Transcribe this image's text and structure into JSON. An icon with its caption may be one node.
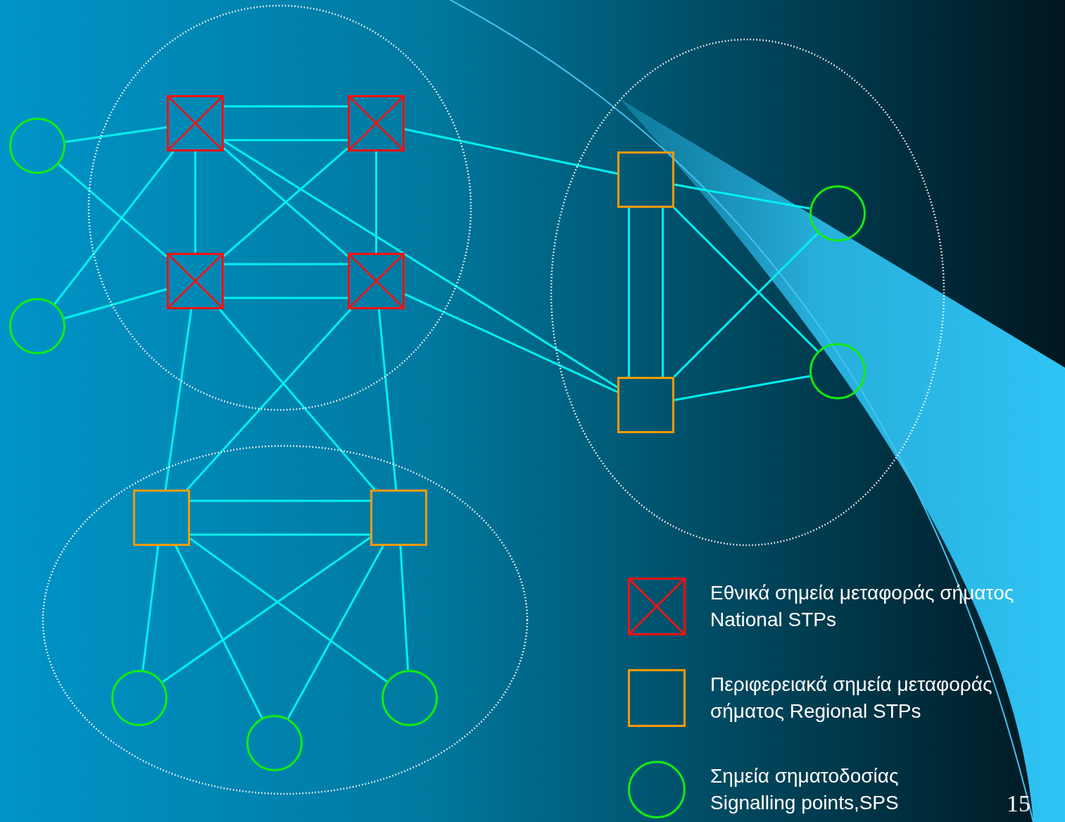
{
  "diagram": {
    "nodes": [
      {
        "text": [],
        "shape": "ellipse"
      },
      {
        "text": [],
        "shape": "crossed-box",
        "in": 0
      },
      {
        "text": [],
        "shape": "crossed-box",
        "in": 0
      },
      {
        "text": [],
        "shape": "crossed-box",
        "in": 0
      },
      {
        "text": [],
        "shape": "crossed-box",
        "in": 0
      },
      {
        "text": [],
        "shape": "circle"
      },
      {
        "text": [],
        "shape": "circle"
      },
      {
        "text": [],
        "shape": "ellipse"
      },
      {
        "text": [],
        "shape": "box",
        "in": 7
      },
      {
        "text": [],
        "shape": "box",
        "in": 7
      },
      {
        "text": [],
        "shape": "circle",
        "in": 7
      },
      {
        "text": [],
        "shape": "circle",
        "in": 7
      },
      {
        "text": [],
        "shape": "ellipse"
      },
      {
        "text": [],
        "shape": "box",
        "in": 12
      },
      {
        "text": [],
        "shape": "box",
        "in": 12
      },
      {
        "text": [],
        "shape": "circle",
        "in": 12
      },
      {
        "text": [],
        "shape": "circle",
        "in": 12
      },
      {
        "text": [],
        "shape": "circle",
        "in": 12
      }
    ],
    "edges": [
      {
        "from": 1,
        "to": 2,
        "arrow": "none"
      },
      {
        "from": 1,
        "to": 2,
        "arrow": "none"
      },
      {
        "from": 3,
        "to": 4,
        "arrow": "none"
      },
      {
        "from": 3,
        "to": 4,
        "arrow": "none"
      },
      {
        "from": 1,
        "to": 3,
        "arrow": "none"
      },
      {
        "from": 2,
        "to": 4,
        "arrow": "none"
      },
      {
        "from": 1,
        "to": 4,
        "arrow": "none"
      },
      {
        "from": 2,
        "to": 3,
        "arrow": "none"
      },
      {
        "from": 5,
        "to": 1,
        "arrow": "none"
      },
      {
        "from": 5,
        "to": 3,
        "arrow": "none"
      },
      {
        "from": 6,
        "to": 1,
        "arrow": "none"
      },
      {
        "from": 6,
        "to": 3,
        "arrow": "none"
      },
      {
        "from": 2,
        "to": 8,
        "arrow": "none"
      },
      {
        "from": 1,
        "to": 9,
        "arrow": "none"
      },
      {
        "from": 4,
        "to": 9,
        "arrow": "none"
      },
      {
        "from": 8,
        "to": 9,
        "arrow": "none"
      },
      {
        "from": 8,
        "to": 9,
        "arrow": "none"
      },
      {
        "from": 8,
        "to": 10,
        "arrow": "none"
      },
      {
        "from": 8,
        "to": 11,
        "arrow": "none"
      },
      {
        "from": 9,
        "to": 10,
        "arrow": "none"
      },
      {
        "from": 9,
        "to": 11,
        "arrow": "none"
      },
      {
        "from": 3,
        "to": 13,
        "arrow": "none"
      },
      {
        "from": 3,
        "to": 14,
        "arrow": "none"
      },
      {
        "from": 4,
        "to": 13,
        "arrow": "none"
      },
      {
        "from": 4,
        "to": 14,
        "arrow": "none"
      },
      {
        "from": 13,
        "to": 14,
        "arrow": "none"
      },
      {
        "from": 13,
        "to": 14,
        "arrow": "none"
      },
      {
        "from": 13,
        "to": 15,
        "arrow": "none"
      },
      {
        "from": 13,
        "to": 16,
        "arrow": "none"
      },
      {
        "from": 13,
        "to": 17,
        "arrow": "none"
      },
      {
        "from": 14,
        "to": 15,
        "arrow": "none"
      },
      {
        "from": 14,
        "to": 16,
        "arrow": "none"
      },
      {
        "from": 14,
        "to": 17,
        "arrow": "none"
      }
    ],
    "labels": [
      "15"
    ],
    "legend": [
      {
        "text": "Εθνικά σημεία μεταφοράς σήματος National STPs"
      },
      {
        "text": "Περιφερειακά σημεία μεταφοράς σήματος Regional STPs"
      },
      {
        "text": "Σημεία σηματοδοσίας Signalling points,SPS"
      }
    ]
  }
}
